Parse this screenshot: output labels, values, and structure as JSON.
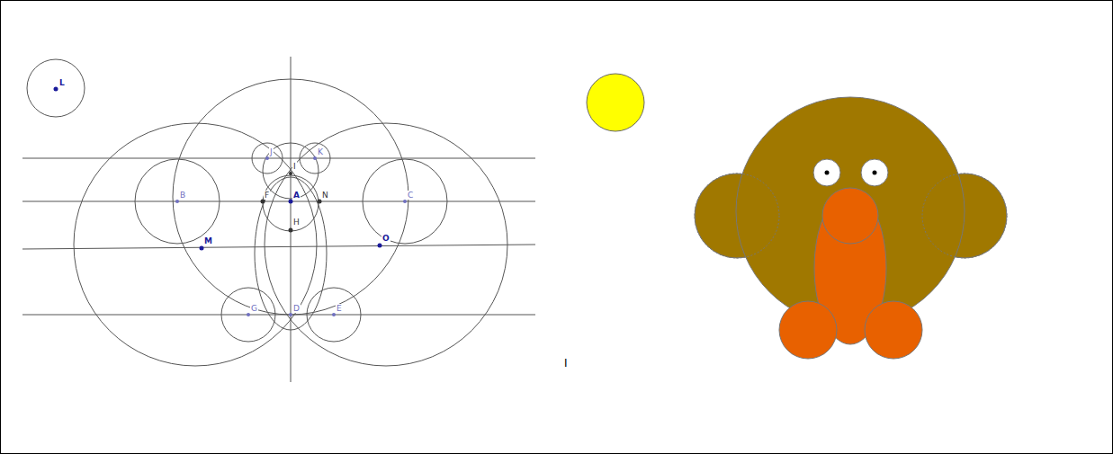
{
  "diagram": {
    "labels": [
      "L",
      "J",
      "K",
      "I",
      "B",
      "F",
      "A",
      "N",
      "C",
      "H",
      "M",
      "O",
      "G",
      "D",
      "E",
      "I"
    ]
  }
}
